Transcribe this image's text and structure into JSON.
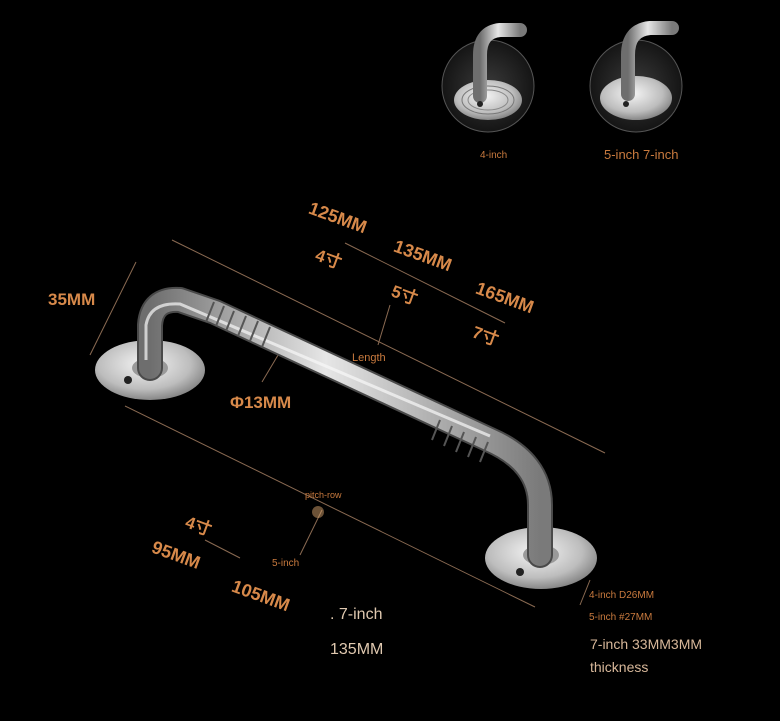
{
  "thumbnails": {
    "left_caption": "4-inch",
    "right_caption": "5-inch 7-inch"
  },
  "dimensions": {
    "length_125": "125MM",
    "length_135": "135MM",
    "length_165": "165MM",
    "cun_4": "4寸",
    "cun_5": "5寸",
    "cun_7": "7寸",
    "length_label": "Length",
    "height_35": "35MM",
    "diameter": "Φ13MM",
    "pitch_row_label": "pitch-row",
    "pitch_cun_4": "4寸",
    "pitch_95": "95MM",
    "pitch_5inch": "5-inch",
    "pitch_105": "105MM",
    "pitch_7inch": ". 7-inch",
    "pitch_135": "135MM"
  },
  "base_specs": {
    "line1": "4-inch D26MM",
    "line2": "5-inch #27MM",
    "line3": "7-inch 33MM3MM",
    "line4": "thickness"
  },
  "colors": {
    "background": "#000000",
    "text_orange": "#d7894a",
    "metal": "#b8b8b8"
  }
}
